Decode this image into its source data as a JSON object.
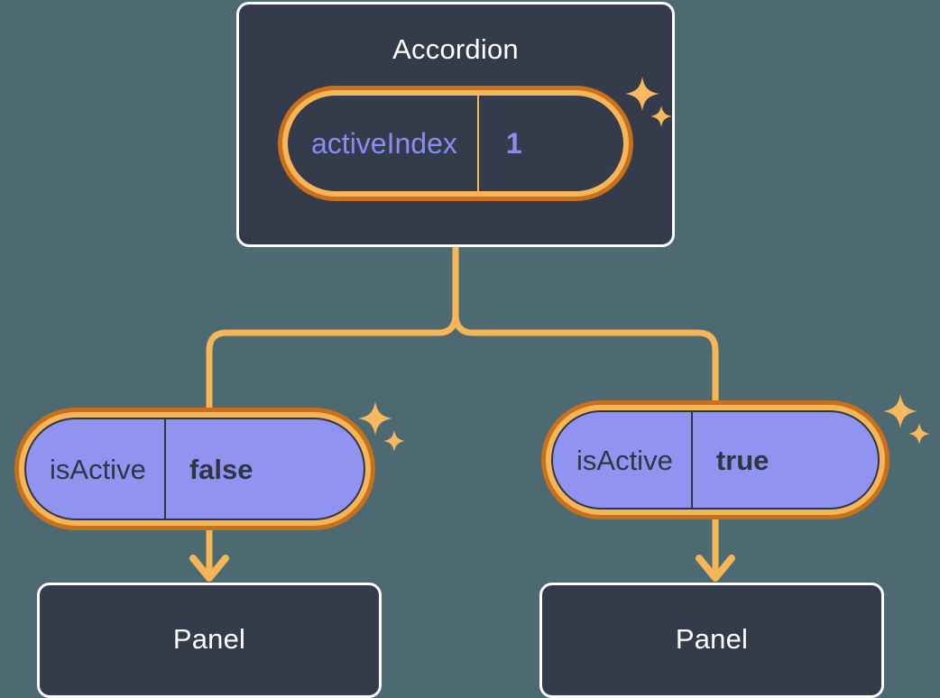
{
  "diagram": {
    "title": "Accordion component tree with activeIndex state",
    "background_color": "#4d6a72",
    "accent_color": "#f6b557",
    "accent_dark_color": "#c8701a",
    "node_fill_color": "#343b4a",
    "node_border_color": "#ffffff",
    "prop_fill_color": "#9094f0",
    "prop_text_color": "#2f3542",
    "state_text_color": "#888ef0"
  },
  "nodes": {
    "accordion": {
      "label": "Accordion",
      "state": {
        "key": "activeIndex",
        "value": "1",
        "highlighted": true
      },
      "sparkles": [
        "sparkle-large-icon",
        "sparkle-small-icon"
      ]
    },
    "panel_left": {
      "label": "Panel",
      "prop": {
        "key": "isActive",
        "value": "false",
        "highlighted": true
      },
      "sparkles": [
        "sparkle-large-icon",
        "sparkle-small-icon"
      ]
    },
    "panel_right": {
      "label": "Panel",
      "prop": {
        "key": "isActive",
        "value": "true",
        "highlighted": true
      },
      "sparkles": [
        "sparkle-large-icon",
        "sparkle-small-icon"
      ]
    }
  },
  "edges": [
    {
      "name": "accordion-to-left-branch",
      "from": "accordion",
      "to": "panel_left",
      "style": "elbow"
    },
    {
      "name": "accordion-to-right-branch",
      "from": "accordion",
      "to": "panel_right",
      "style": "elbow"
    },
    {
      "name": "left-prop-to-panel",
      "from": "pill-is-active-left",
      "to": "panel_left",
      "style": "arrow"
    },
    {
      "name": "right-prop-to-panel",
      "from": "pill-is-active-right",
      "to": "panel_right",
      "style": "arrow"
    }
  ]
}
